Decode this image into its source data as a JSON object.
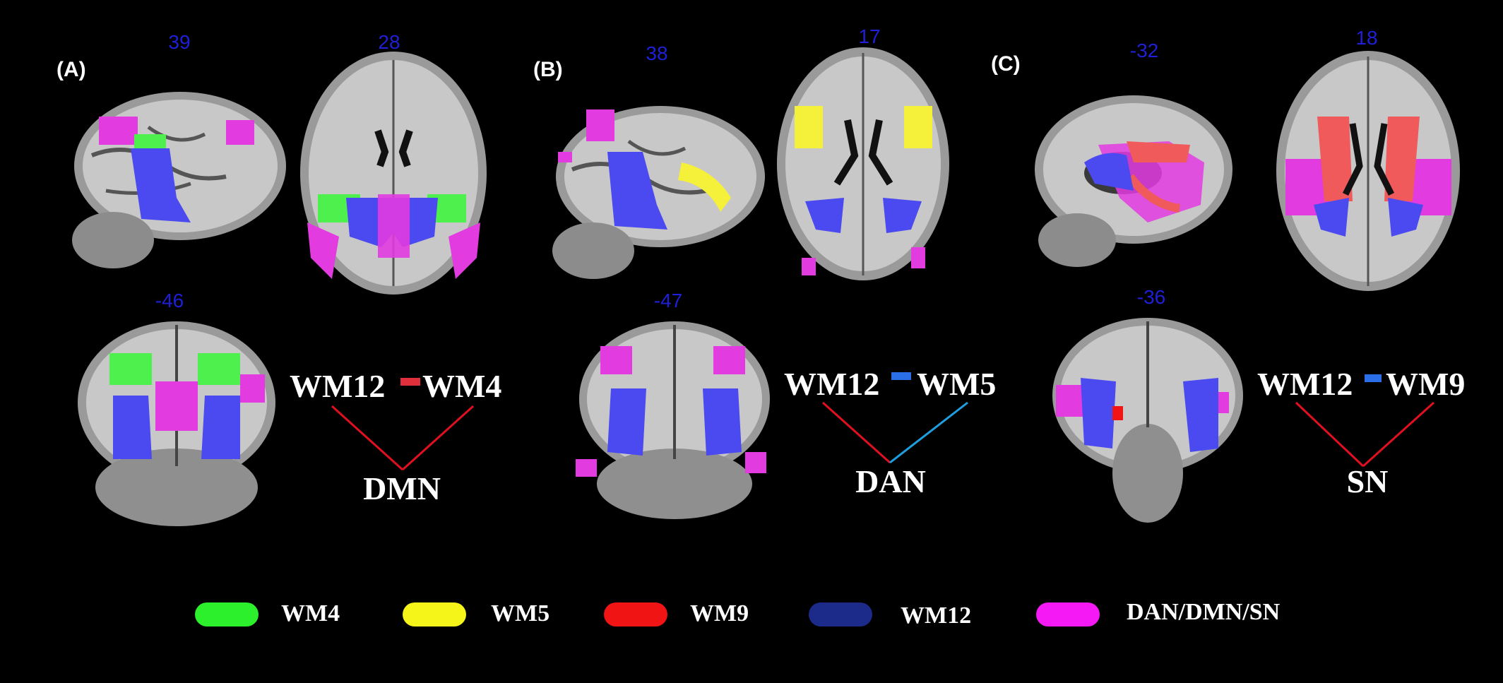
{
  "panels": [
    {
      "label": "(A)",
      "slices": [
        "39",
        "28",
        "-46"
      ],
      "conn_left": "WM12",
      "conn_right": "WM4",
      "network": "DMN",
      "edge_color": "#e0303c",
      "left_line_color": "#e01020",
      "right_line_color": "#e01020",
      "overlay_color": "#4ef04e"
    },
    {
      "label": "(B)",
      "slices": [
        "38",
        "17",
        "-47"
      ],
      "conn_left": "WM12",
      "conn_right": "WM5",
      "network": "DAN",
      "edge_color": "#2a6ee8",
      "left_line_color": "#e01020",
      "right_line_color": "#1e9fe0",
      "overlay_color": "#f5f03a"
    },
    {
      "label": "(C)",
      "slices": [
        "-32",
        "18",
        "-36"
      ],
      "conn_left": "WM12",
      "conn_right": "WM9",
      "network": "SN",
      "edge_color": "#2a6ee8",
      "left_line_color": "#e01020",
      "right_line_color": "#e01020",
      "overlay_color": "#f05a5a"
    }
  ],
  "legend": [
    {
      "label": "WM4",
      "color": "#2bf02b"
    },
    {
      "label": "WM5",
      "color": "#f5f51a"
    },
    {
      "label": "WM9",
      "color": "#f01414"
    },
    {
      "label": "WM12",
      "color": "#1c2a8a"
    },
    {
      "label": "DAN/DMN/SN",
      "color": "#f51af5"
    }
  ],
  "colors": {
    "background": "#000000",
    "wm12_overlay": "#4a4af0",
    "network_overlay": "#e23be0",
    "slice_number": "#1f1fd8"
  }
}
